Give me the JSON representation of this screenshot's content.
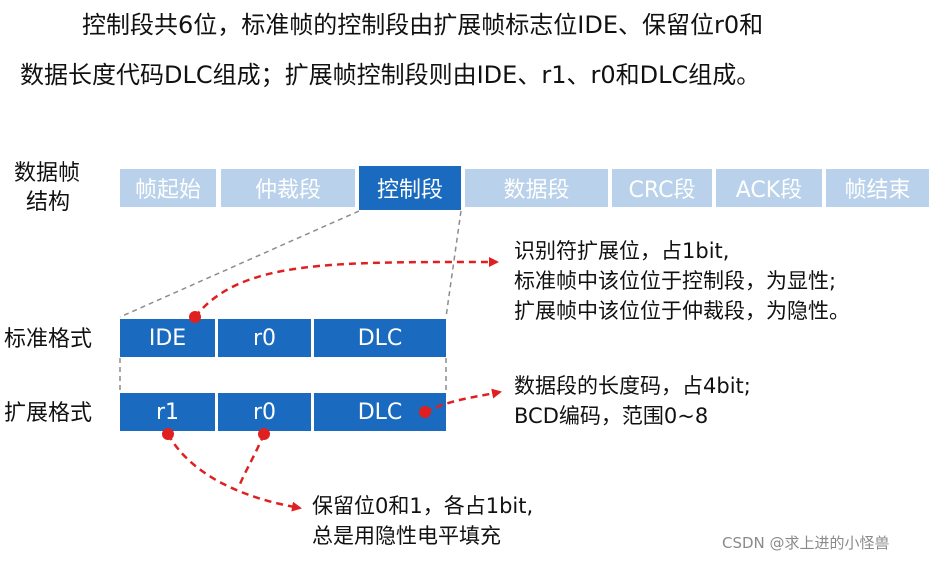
{
  "intro": {
    "line1": "控制段共6位，标准帧的控制段由扩展帧标志位IDE、保留位r0和",
    "line2": "数据长度代码DLC组成；扩展帧控制段则由IDE、r1、r0和DLC组成。"
  },
  "frame": {
    "label_line1": "数据帧",
    "label_line2": "结构",
    "segments": [
      "帧起始",
      "仲裁段",
      "控制段",
      "数据段",
      "CRC段",
      "ACK段",
      "帧结束"
    ]
  },
  "standard": {
    "label": "标准格式",
    "fields": [
      "IDE",
      "r0",
      "DLC"
    ]
  },
  "extended": {
    "label": "扩展格式",
    "fields": [
      "r1",
      "r0",
      "DLC"
    ]
  },
  "notes": {
    "ide": [
      "识别符扩展位，占1bit,",
      "标准帧中该位位于控制段，为显性;",
      "扩展帧中该位位于仲裁段，为隐性。"
    ],
    "dlc": [
      "数据段的长度码，占4bit;",
      "BCD编码，范围0~8"
    ],
    "reserved": [
      "保留位0和1，各占1bit,",
      "总是用隐性电平填充"
    ]
  },
  "watermark": "CSDN @求上进的小怪兽",
  "colors": {
    "active_blue": "#1a6bbf",
    "light_blue": "#b9d1ea",
    "arrow_red": "#e02020"
  }
}
